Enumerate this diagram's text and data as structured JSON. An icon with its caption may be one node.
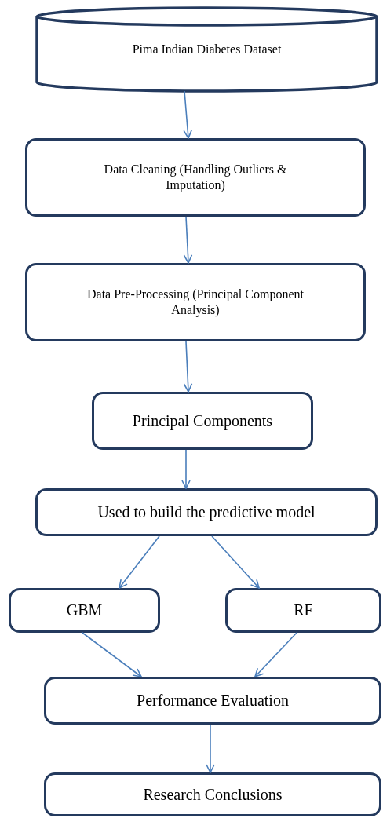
{
  "diagram": {
    "nodes": [
      {
        "text": [
          "Pima Indian Diabetes Dataset"
        ]
      },
      {
        "text": [
          "Data Cleaning (Handling Outliers & Imputation)"
        ]
      },
      {
        "text": [
          "Data Pre-Processing (Principal Component Analysis)"
        ]
      },
      {
        "text": [
          "Principal Components"
        ]
      },
      {
        "text": [
          "Used to build the predictive model"
        ]
      },
      {
        "text": [
          "GBM"
        ]
      },
      {
        "text": [
          "RF"
        ]
      },
      {
        "text": [
          "Performance Evaluation"
        ]
      },
      {
        "text": [
          "Research Conclusions"
        ]
      }
    ],
    "edges": [
      {
        "from": 0,
        "to": 1,
        "arrow": "to"
      },
      {
        "from": 1,
        "to": 2,
        "arrow": "to"
      },
      {
        "from": 2,
        "to": 3,
        "arrow": "to"
      },
      {
        "from": 3,
        "to": 4,
        "arrow": "to"
      },
      {
        "from": 4,
        "to": 5,
        "arrow": "to"
      },
      {
        "from": 4,
        "to": 6,
        "arrow": "to"
      },
      {
        "from": 5,
        "to": 7,
        "arrow": "to"
      },
      {
        "from": 6,
        "to": 7,
        "arrow": "to"
      },
      {
        "from": 7,
        "to": 8,
        "arrow": "to"
      }
    ]
  }
}
